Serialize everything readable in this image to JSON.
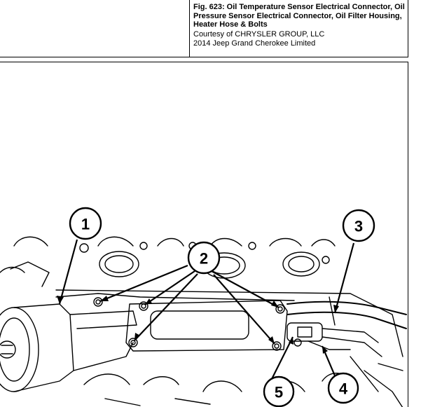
{
  "caption": {
    "title": "Fig. 623: Oil Temperature Sensor Electrical Connector, Oil Pressure Sensor Electrical Connector, Oil Filter Housing, Heater Hose & Bolts",
    "courtesy": "Courtesy of CHRYSLER GROUP, LLC",
    "vehicle": "2014 Jeep Grand Cherokee Limited"
  },
  "callouts": [
    {
      "id": "1",
      "label": "1"
    },
    {
      "id": "2",
      "label": "2"
    },
    {
      "id": "3",
      "label": "3"
    },
    {
      "id": "4",
      "label": "4"
    },
    {
      "id": "5",
      "label": "5"
    }
  ]
}
